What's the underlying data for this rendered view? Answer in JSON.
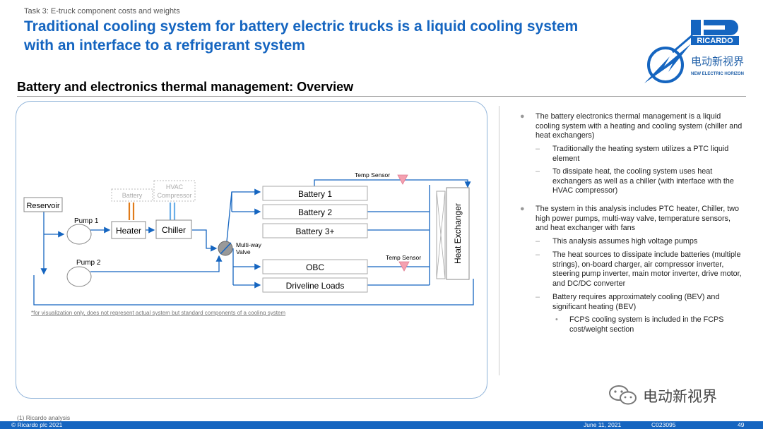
{
  "header": {
    "task": "Task 3: E-truck component costs and weights",
    "title_line1": "Traditional cooling system for battery electric trucks is a liquid cooling system",
    "title_line2": "with an interface to a refrigerant system",
    "section": "Battery and electronics thermal management: Overview"
  },
  "logo": {
    "brand": "RICARDO",
    "partner_cn": "电动新视界",
    "partner_en": "NEW ELECTRIC HORIZON"
  },
  "diagram": {
    "reservoir": "Reservoir",
    "pump1": "Pump 1",
    "pump2": "Pump 2",
    "heater": "Heater",
    "chiller": "Chiller",
    "battery_ghost": "Battery",
    "hvac_line1": "HVAC",
    "hvac_line2": "Compressor",
    "valve_line1": "Multi-way",
    "valve_line2": "Valve",
    "battery1": "Battery 1",
    "battery2": "Battery 2",
    "battery3": "Battery 3+",
    "obc": "OBC",
    "driveline": "Driveline Loads",
    "temp_sensor_top": "Temp Sensor",
    "temp_sensor_mid": "Temp Sensor",
    "heat_exchanger": "Heat Exchanger",
    "disclaimer": "*for visualization only, does not represent actual system but standard components of a cooling system",
    "colors": {
      "line": "#1565c0",
      "heater_pipe": "#e07b1a",
      "chiller_pipe": "#6aaee8",
      "sensor": "#f4a0b0"
    }
  },
  "bullets": [
    {
      "level": 1,
      "text": "The battery electronics thermal management is a liquid cooling system with a heating and cooling system (chiller and heat exchangers)"
    },
    {
      "level": 2,
      "text": "Traditionally the heating system utilizes a PTC liquid element"
    },
    {
      "level": 2,
      "text": "To dissipate heat, the cooling system uses heat exchangers as well as a chiller (with interface with the HVAC compressor)"
    },
    {
      "level": 1,
      "text": "The system in this analysis includes PTC heater, Chiller, two high power pumps, multi-way valve, temperature sensors, and heat exchanger with fans"
    },
    {
      "level": 2,
      "text": "This analysis assumes high voltage pumps"
    },
    {
      "level": 2,
      "text": "The heat sources to dissipate include batteries (multiple strings), on-board charger, air compressor inverter, steering pump inverter, main motor inverter, drive motor, and DC/DC converter"
    },
    {
      "level": 2,
      "text": "Battery requires approximately cooling (BEV) and significant heating (BEV)"
    },
    {
      "level": 3,
      "text": "FCPS cooling system is included in the FCPS cost/weight section"
    }
  ],
  "markers": {
    "l1": "●",
    "l2": "–",
    "l3": "•"
  },
  "footer": {
    "source": "(1)  Ricardo analysis",
    "copyright": "© Ricardo plc 2021",
    "date": "June 11,  2021",
    "code": "C023095",
    "page": "49"
  }
}
